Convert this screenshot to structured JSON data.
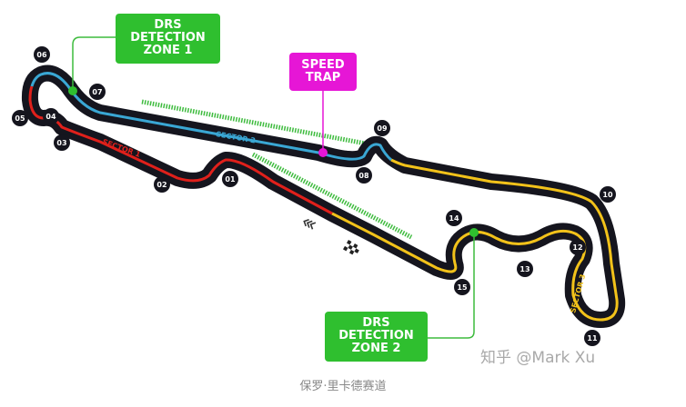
{
  "drs_zone_1": {
    "line1": "DRS",
    "line2": "DETECTION",
    "line3": "ZONE 1"
  },
  "drs_zone_2": {
    "line1": "DRS",
    "line2": "DETECTION",
    "line3": "ZONE 2"
  },
  "speed_trap": {
    "line1": "SPEED",
    "line2": "TRAP"
  },
  "sectors": {
    "s1": "SECTOR 1",
    "s2": "SECTOR 2",
    "s3": "SECTOR 3"
  },
  "turns": [
    "01",
    "02",
    "03",
    "04",
    "05",
    "06",
    "07",
    "08",
    "09",
    "10",
    "11",
    "12",
    "13",
    "14",
    "15"
  ],
  "caption": "保罗·里卡德赛道",
  "watermark": "知乎 @Mark Xu",
  "colors": {
    "track": "#15151e",
    "sector1": "#e0201b",
    "sector2": "#3aa7d4",
    "sector3": "#f2c21a",
    "drs": "#2fbf2f",
    "speed_trap": "#e616d6"
  }
}
